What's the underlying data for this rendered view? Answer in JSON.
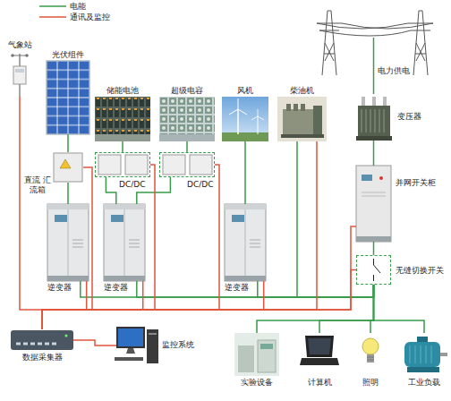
{
  "diagram": {
    "nodes": [
      {
        "text": [
          "气象站"
        ]
      },
      {
        "text": [
          "光伏组件"
        ]
      },
      {
        "text": [
          "储能电池"
        ]
      },
      {
        "text": [
          "超级电容"
        ]
      },
      {
        "text": [
          "风机"
        ]
      },
      {
        "text": [
          "柴油机"
        ]
      },
      {
        "text": [
          "电力供电"
        ]
      },
      {
        "text": [
          "变压器"
        ]
      },
      {
        "text": [
          "直流 汇流箱"
        ]
      },
      {
        "text": [
          "DC/DC"
        ]
      },
      {
        "text": [
          "DC/DC"
        ]
      },
      {
        "text": [
          "逆变器"
        ]
      },
      {
        "text": [
          "逆变器"
        ]
      },
      {
        "text": [
          "逆变器"
        ]
      },
      {
        "text": [
          "并网开关柜"
        ]
      },
      {
        "text": [
          "无缝切换开关"
        ]
      },
      {
        "text": [
          "数据采集器"
        ]
      },
      {
        "text": [
          "监控系统"
        ]
      },
      {
        "text": [
          "实验设备"
        ]
      },
      {
        "text": [
          "计算机"
        ]
      },
      {
        "text": [
          "照明"
        ]
      },
      {
        "text": [
          "工业负载"
        ]
      }
    ],
    "edges": [
      {
        "from": 1,
        "to": 8,
        "arrow": "none"
      },
      {
        "from": 8,
        "to": 11,
        "arrow": "none"
      },
      {
        "from": 2,
        "to": 9,
        "arrow": "none"
      },
      {
        "from": 9,
        "to": 12,
        "arrow": "none"
      },
      {
        "from": 3,
        "to": 10,
        "arrow": "none"
      },
      {
        "from": 10,
        "to": 12,
        "arrow": "none"
      },
      {
        "from": 4,
        "to": 13,
        "arrow": "none"
      },
      {
        "from": 6,
        "to": 7,
        "arrow": "none"
      },
      {
        "from": 7,
        "to": 14,
        "arrow": "none"
      },
      {
        "from": 14,
        "to": 15,
        "arrow": "none"
      },
      {
        "from": 11,
        "to": 15,
        "arrow": "none"
      },
      {
        "from": 12,
        "to": 15,
        "arrow": "none"
      },
      {
        "from": 13,
        "to": 15,
        "arrow": "none"
      },
      {
        "from": 5,
        "to": 15,
        "arrow": "none"
      },
      {
        "from": 15,
        "to": 18,
        "arrow": "none"
      },
      {
        "from": 15,
        "to": 19,
        "arrow": "none"
      },
      {
        "from": 15,
        "to": 20,
        "arrow": "none"
      },
      {
        "from": 15,
        "to": 21,
        "arrow": "none"
      },
      {
        "from": 0,
        "to": 16,
        "arrow": "none"
      },
      {
        "from": 8,
        "to": 16,
        "arrow": "none"
      },
      {
        "from": 9,
        "to": 16,
        "arrow": "none"
      },
      {
        "from": 10,
        "to": 16,
        "arrow": "none"
      },
      {
        "from": 11,
        "to": 16,
        "arrow": "none"
      },
      {
        "from": 12,
        "to": 16,
        "arrow": "none"
      },
      {
        "from": 13,
        "to": 16,
        "arrow": "none"
      },
      {
        "from": 5,
        "to": 16,
        "arrow": "none"
      },
      {
        "from": 14,
        "to": 16,
        "arrow": "none"
      },
      {
        "from": 15,
        "to": 16,
        "arrow": "none"
      },
      {
        "from": 16,
        "to": 17,
        "arrow": "none"
      }
    ],
    "legend": [
      {
        "text": "电能"
      },
      {
        "text": "通讯及监控"
      }
    ]
  }
}
